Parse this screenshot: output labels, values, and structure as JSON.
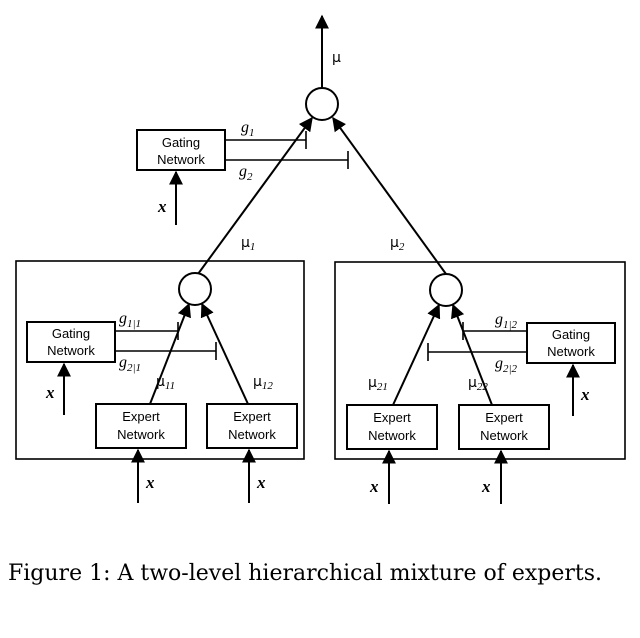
{
  "labels": {
    "gating_l1": "Gating",
    "gating_l2": "Network",
    "expert_l1": "Expert",
    "expert_l2": "Network",
    "x": "x",
    "mu": "μ",
    "g": "g",
    "g1_sub": "1",
    "g2_sub": "2",
    "mu1_sub": "1",
    "mu2_sub": "2",
    "g11_sub": "1|1",
    "g21_sub": "2|1",
    "g12_sub": "1|2",
    "g22_sub": "2|2",
    "mu11_sub": "11",
    "mu12_sub": "12",
    "mu21_sub": "21",
    "mu22_sub": "22"
  },
  "caption": "Figure 1: A two-level hierarchical mixture of experts."
}
